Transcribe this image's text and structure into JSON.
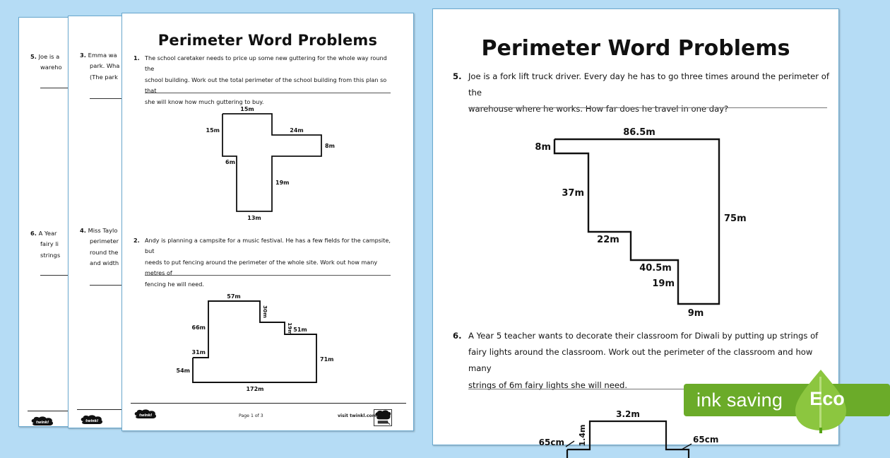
{
  "background_color": "#b5dcf5",
  "pages": {
    "partial_left": {
      "questions": [
        {
          "num": "5.",
          "lines": [
            "Joe is a",
            "wareho"
          ]
        },
        {
          "num": "6.",
          "lines": [
            "A Year",
            "fairy li",
            "strings"
          ]
        }
      ],
      "logo": "twinkl-logo"
    },
    "partial_middle": {
      "questions": [
        {
          "num": "3.",
          "lines": [
            "Emma wa",
            "park. Wha",
            "(The park"
          ]
        },
        {
          "num": "4.",
          "lines": [
            "Miss Taylo",
            "perimeter",
            "round the",
            "and width"
          ]
        }
      ],
      "logo": "twinkl-logo"
    },
    "main_left": {
      "title": "Perimeter Word Problems",
      "questions": [
        {
          "num": "1.",
          "lines": [
            "The school caretaker needs to price up some new guttering for the whole way round the",
            "school building. Work out the total perimeter of the school building from this plan so that",
            "she will know how much guttering to buy."
          ]
        },
        {
          "num": "2.",
          "lines": [
            "Andy is planning a campsite for a music festival. He has a few fields for the campsite, but",
            "needs to put fencing around the perimeter of the whole site. Work out how many metres of",
            "fencing he will need."
          ]
        }
      ],
      "footer": {
        "page_label": "Page 1 of 3",
        "visit_label": "visit twinkl.com",
        "logo": "twinkl-logo"
      }
    },
    "main_right": {
      "title": "Perimeter Word Problems",
      "questions": [
        {
          "num": "5.",
          "lines": [
            "Joe is a fork lift truck driver. Every day he has to go three times around the perimeter of the",
            "warehouse where he works. How far does he travel in one day?"
          ]
        },
        {
          "num": "6.",
          "lines": [
            "A Year 5 teacher wants to decorate their classroom for Diwali by putting up strings of",
            "fairy lights around the classroom. Work out the perimeter of the classroom and how many",
            "strings of 6m fairy lights she will need."
          ]
        }
      ]
    }
  },
  "diagrams": {
    "school_plan": {
      "name": "cross-shaped school building plan",
      "labels": {
        "top": "15m",
        "left_upper": "15m",
        "right_top": "24m",
        "right_end": "8m",
        "left_lower": "6m",
        "inner_right": "19m",
        "bottom": "13m"
      }
    },
    "campsite_plan": {
      "name": "stepped campsite plan",
      "labels": {
        "top": "57m",
        "step1": "30m",
        "left_tall": "66m",
        "step2": "19m",
        "right_ledge": "51m",
        "left_ledge": "31m",
        "right_tall": "71m",
        "left_short": "54m",
        "bottom": "172m"
      }
    },
    "warehouse_plan": {
      "name": "staircase warehouse plan",
      "labels": {
        "top": "86.5m",
        "left_notch": "8m",
        "left_drop": "37m",
        "step_a": "22m",
        "right_side": "75m",
        "step_b": "40.5m",
        "step_c": "19m",
        "bottom": "9m"
      }
    },
    "classroom_plan": {
      "name": "classroom plan (partially visible)",
      "labels": {
        "top": "3.2m",
        "riser": "1.4m",
        "left": "65cm",
        "right": "65cm"
      }
    }
  },
  "eco_banner": {
    "text": "ink saving",
    "badge": "Eco",
    "bar_color": "#6bab29",
    "leaf_color": "#8cc63f"
  }
}
